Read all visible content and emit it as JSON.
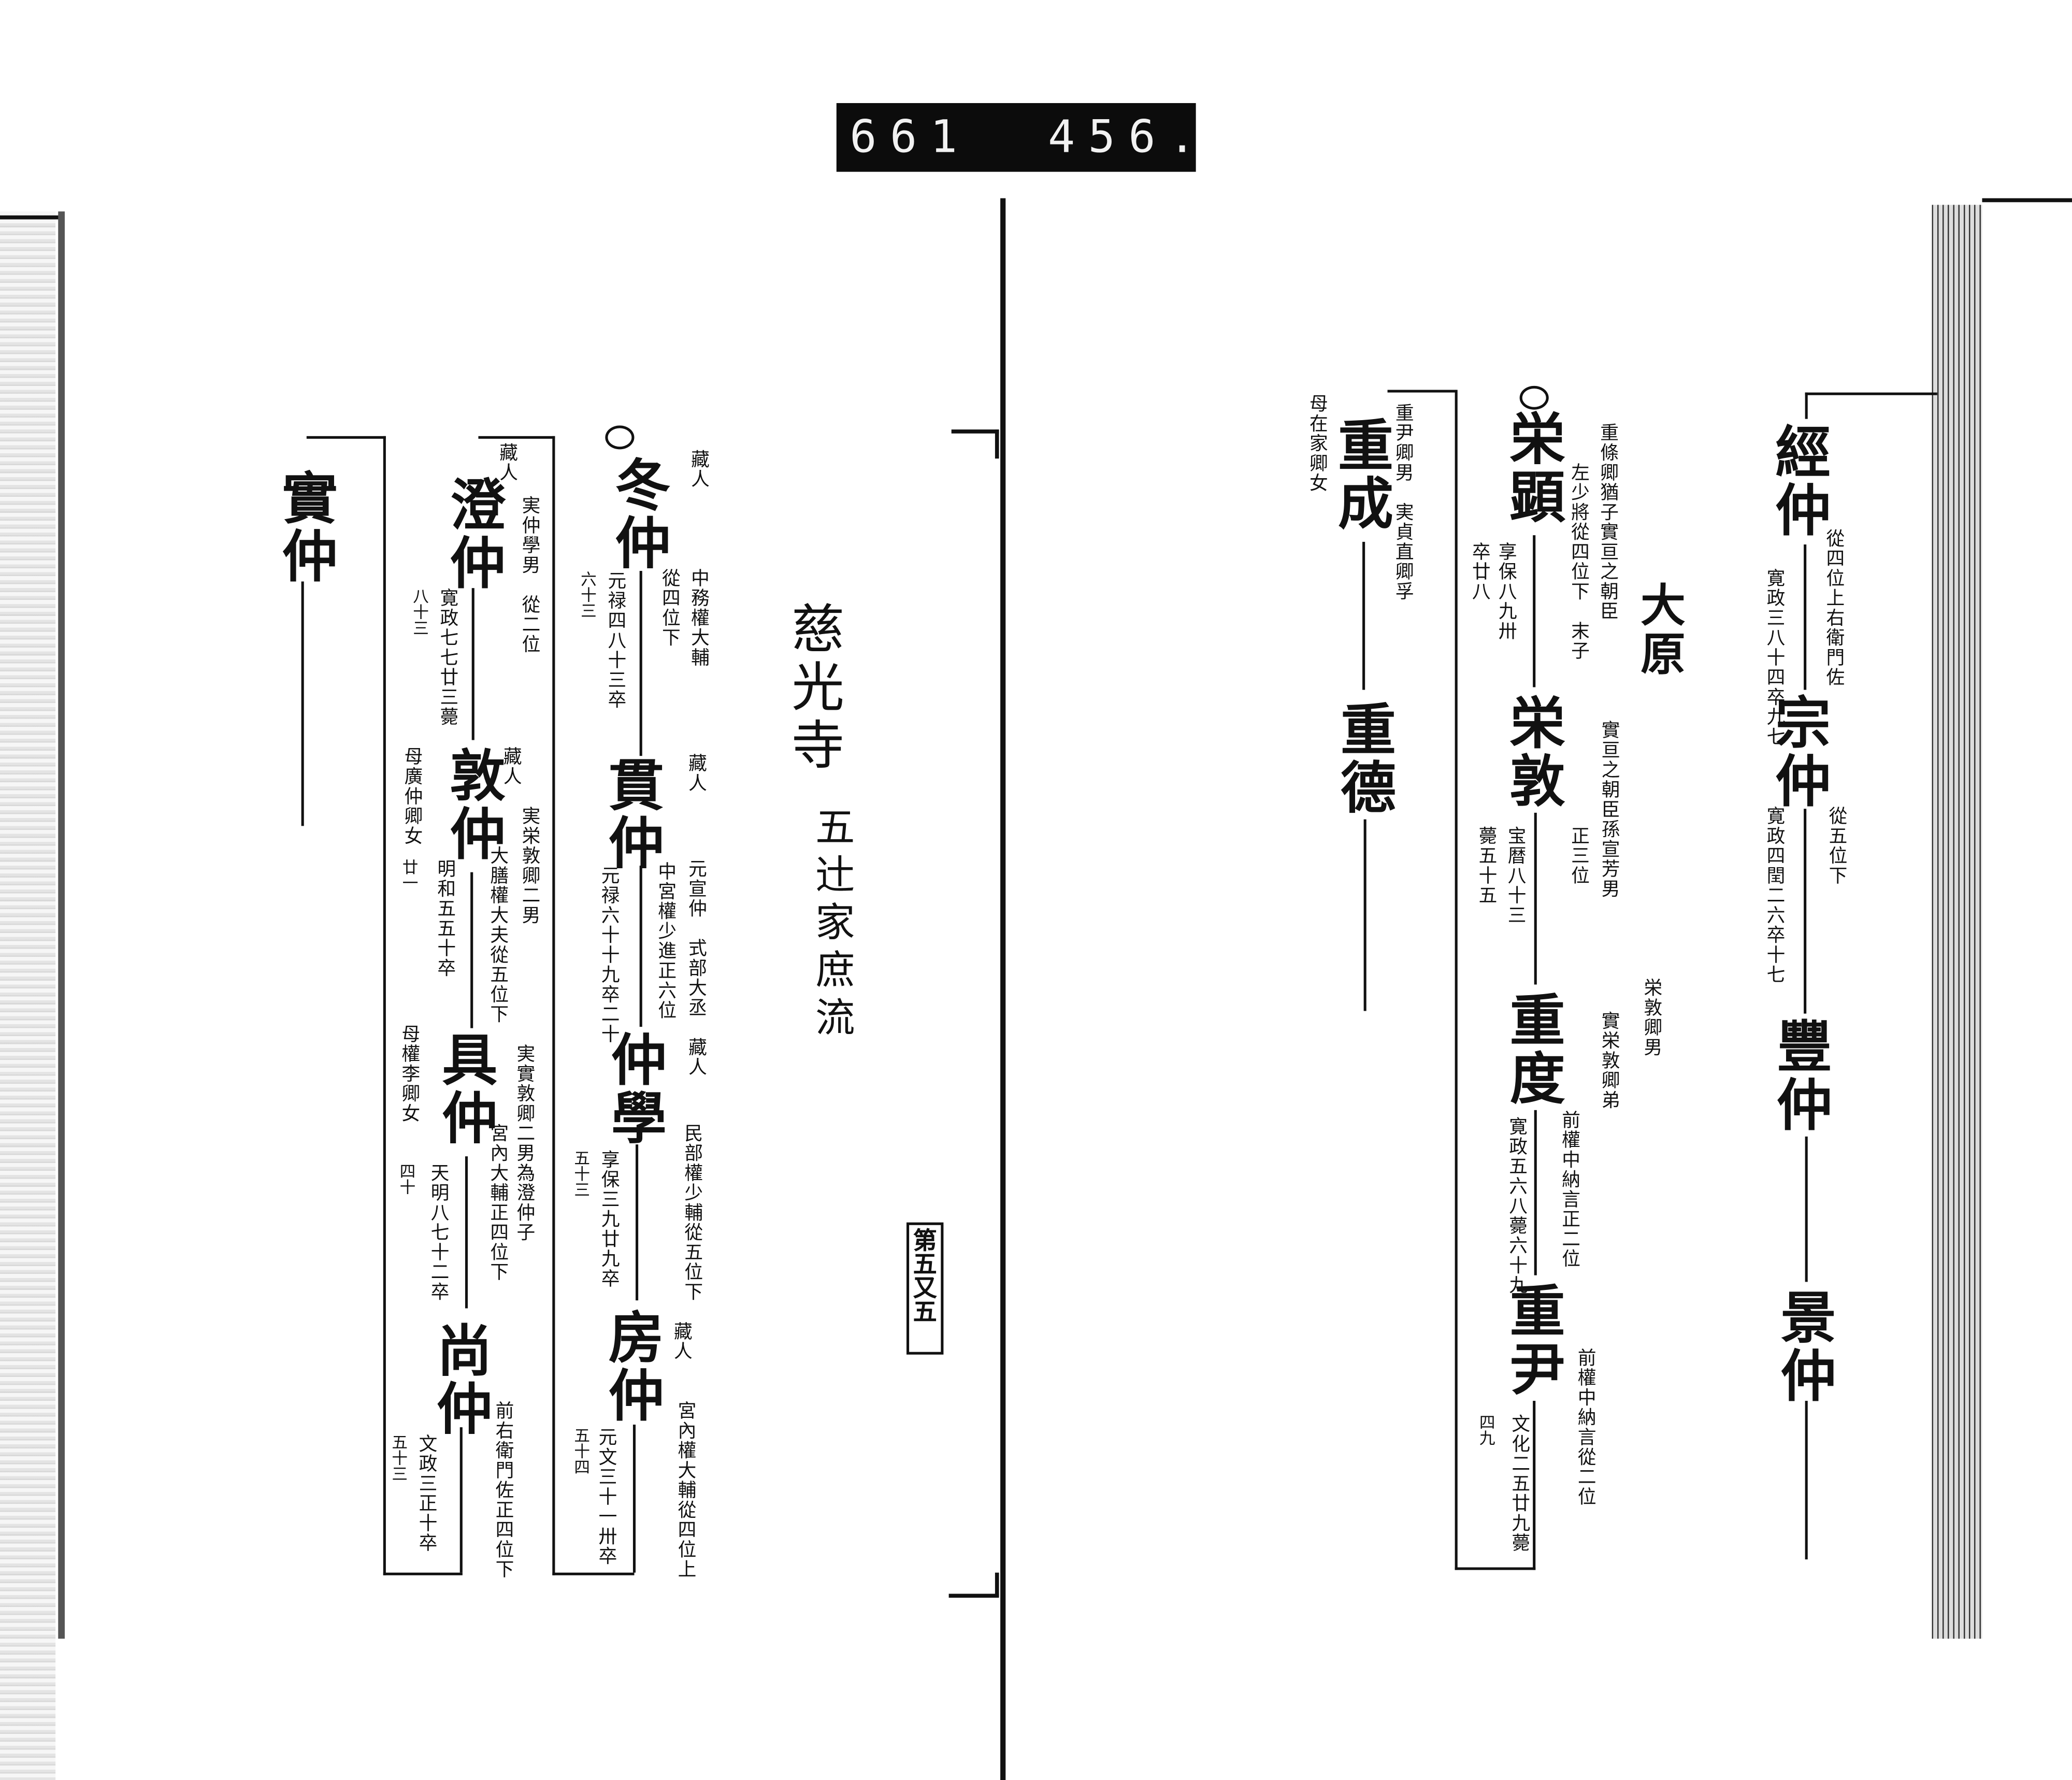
{
  "plate": {
    "left_number": "661",
    "right_number": "456."
  },
  "left_page": {
    "title": "慈光寺",
    "subtitle": "五辻家庶流",
    "page_mark": "第五又五",
    "entries": {
      "fuyunaka": {
        "name": "冬仲",
        "rank0": "藏人",
        "office": "中務權大輔",
        "rank": "從四位下",
        "death": "元禄四八十三卒",
        "age": "六十三"
      },
      "tsuranaka": {
        "name": "貫仲",
        "rank0": "藏人",
        "note": "元宣仲　式部大丞",
        "office": "中宮權少進正六位",
        "death": "元禄六十十九卒二十"
      },
      "nakanori": {
        "name": "仲學",
        "rank0": "藏人",
        "office": "民部權少輔從五位下",
        "death": "享保三九廿九卒",
        "age": "五十三"
      },
      "fusanaka": {
        "name": "房仲",
        "rank0": "藏人",
        "office": "宮內權大輔從四位上",
        "death": "元文三十一卅卒",
        "age": "五十四"
      },
      "suminaka": {
        "name": "澄仲",
        "rank0": "藏人",
        "note": "実仲學男　從二位",
        "death": "寛政七七廿三薨",
        "age": "八十三"
      },
      "atsunaka": {
        "name": "敦仲",
        "rank0": "藏人",
        "note": "実栄敦卿二男",
        "office": "大膳權大夫從五位下",
        "death": "明和五五十卒",
        "mother": "母廣仲卿女",
        "age": "廿一"
      },
      "tomonaka": {
        "name": "具仲",
        "note": "実實敦卿二男為澄仲子",
        "office": "宮內大輔正四位下",
        "death": "天明八七十二卒",
        "mother": "母權李卿女",
        "age": "四十"
      },
      "naonaka": {
        "name": "尚仲",
        "office": "前右衛門佐正四位下",
        "death": "文政三正十卒",
        "age": "五十三"
      },
      "sanenaka": {
        "name": "實仲"
      }
    }
  },
  "right_page": {
    "family": "大原",
    "entries": {
      "tsunenaka": {
        "name": "經仲",
        "rank": "從四位上右衛門佐",
        "death": "寛政三八十四卒九七"
      },
      "munenaka": {
        "name": "宗仲",
        "rank": "從五位下",
        "death": "寛政四閏二六卒十七"
      },
      "toyonaka": {
        "name": "豐仲"
      },
      "kagenaka": {
        "name": "景仲"
      },
      "eiken": {
        "name": "栄顕",
        "note1": "重條卿猶子實亘之朝臣",
        "note2": "左少將從四位下　末子",
        "death": "享保八九卅",
        "age": "卒廿八"
      },
      "eiton": {
        "name": "栄敦",
        "note1": "實亘之朝臣孫宣芳男",
        "rank": "正三位",
        "death": "宝暦八十三",
        "age": "薨五十五"
      },
      "shigenori": {
        "name": "重度",
        "note0": "栄敦卿男",
        "note1": "實栄敦卿弟",
        "office": "前權中納言正二位",
        "death": "寛政五六八薨六十九"
      },
      "shigetada": {
        "name": "重尹",
        "office": "前權中納言從二位",
        "death": "文化二五廿九薨",
        "age": "四九"
      },
      "shigenari": {
        "name": "重成",
        "note": "重尹卿男　実貞直卿孚",
        "mother": "母在家卿女"
      },
      "shigetoku": {
        "name": "重德"
      }
    }
  }
}
